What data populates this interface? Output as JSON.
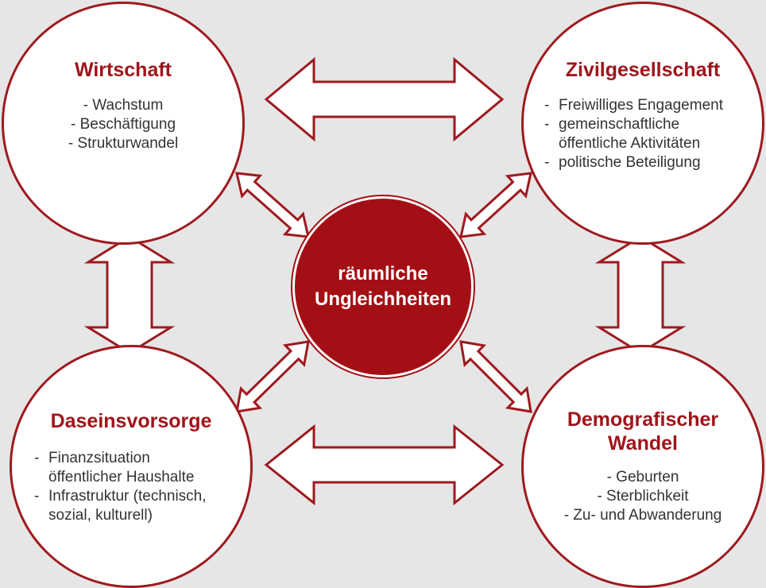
{
  "center": {
    "line1": "räumliche",
    "line2": "Ungleichheiten"
  },
  "nodes": {
    "wirtschaft": {
      "title": "Wirtschaft",
      "items": [
        "- Wachstum",
        "- Beschäftigung",
        "- Strukturwandel"
      ]
    },
    "zivilgesellschaft": {
      "title": "Zivilgesellschaft",
      "items": [
        "Freiwilliges Engagement",
        "gemeinschaftliche",
        "öffentliche Aktivitäten",
        "politische Beteiligung"
      ]
    },
    "daseinsvorsorge": {
      "title": "Daseinsvorsorge",
      "items": [
        "Finanzsituation",
        "öffentlicher Haushalte",
        "Infrastruktur (technisch,",
        "sozial, kulturell)"
      ]
    },
    "demografie": {
      "title_line1": "Demografischer",
      "title_line2": "Wandel",
      "items": [
        "- Geburten",
        "- Sterblichkeit",
        "- Zu- und Abwanderung"
      ]
    }
  },
  "colors": {
    "accent": "#a30f14",
    "background": "#e6e6e6",
    "circle_fill": "#ffffff",
    "text": "#333333"
  }
}
